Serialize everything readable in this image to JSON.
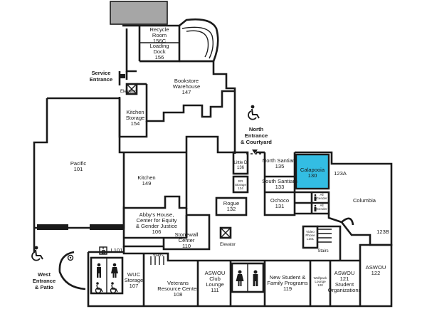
{
  "colors": {
    "wall": "#1a1a1a",
    "highlight": "#33bde3",
    "roof": "#a6a6a6",
    "background": "#ffffff"
  },
  "rooms": {
    "recycle": {
      "name": "Recycle Room",
      "line1": "Recycle",
      "line2": "Room",
      "number": "156C"
    },
    "loading": {
      "line1": "Loading",
      "line2": "Dock",
      "number": "156"
    },
    "bookstore": {
      "line1": "Bookstore",
      "line2": "Warehouse",
      "number": "147"
    },
    "kitchen_storage": {
      "line1": "Kitchen",
      "line2": "Storage",
      "number": "154"
    },
    "pacific": {
      "name": "Pacific",
      "number": "101"
    },
    "kitchen": {
      "name": "Kitchen",
      "number": "149"
    },
    "abbys": {
      "line1": "Abby's House,",
      "line2": "Center for Equity",
      "line3": "& Gender Justice",
      "number": "106"
    },
    "stonewall": {
      "line1": "Stonewall",
      "line2": "Center",
      "number": "110"
    },
    "rogue": {
      "name": "Rogue",
      "number": "132"
    },
    "little_d": {
      "name": "Little D",
      "number": "136"
    },
    "rr_storage": {
      "line1": "RR",
      "line2": "Storage",
      "number": "134"
    },
    "north_santiam": {
      "name": "North Santiam",
      "number": "135"
    },
    "south_santiam": {
      "name": "South Santiam",
      "number": "133"
    },
    "calapooia": {
      "name": "Calapooia",
      "number": "130"
    },
    "ochoco": {
      "name": "Ochoco",
      "number": "131"
    },
    "columbia": {
      "name": "Columbia"
    },
    "r123a": {
      "name": "123A"
    },
    "r123b": {
      "name": "123B"
    },
    "video_phone": {
      "line1": "Video",
      "line2": "Phone",
      "number": "L101"
    },
    "wuc_storage": {
      "line1": "WUC",
      "line2": "Storage",
      "number": "107"
    },
    "veterans": {
      "line1": "Veterans",
      "line2": "Resource Center",
      "number": "108"
    },
    "aswou_club": {
      "line1": "ASWOU",
      "line2": "Club",
      "line3": "Lounge",
      "number": "111"
    },
    "new_student": {
      "line1": "New Student &",
      "line2": "Family Programs",
      "number": "119"
    },
    "wolfpack": {
      "line1": "Wolfpack",
      "line2": "Lounge",
      "number": "120"
    },
    "aswou_orgs": {
      "line1": "ASWOU",
      "line2": "121",
      "line3": "Student",
      "line4": "Organizations"
    },
    "aswou_122": {
      "name": "ASWOU",
      "number": "122"
    },
    "l101": {
      "name": "L101"
    },
    "all_gender_1": {
      "line1": "All",
      "line2": "Gender"
    },
    "all_gender_2": {
      "line1": "All",
      "line2": "Gender"
    }
  },
  "labels": {
    "stairs_top": "Stairs",
    "stairs_right": "Stairs",
    "elevator_top": "Elevator",
    "elevator_mid": "Elevator"
  },
  "entrances": {
    "service": {
      "line1": "Service",
      "line2": "Entrance"
    },
    "north": {
      "line1": "North",
      "line2": "Entrance",
      "line3": "& Courtyard"
    },
    "west": {
      "line1": "West",
      "line2": "Entrance",
      "line3": "& Patio"
    }
  },
  "icons": [
    "accessible-icon",
    "restroom-men-icon",
    "restroom-women-icon",
    "elevator-icon",
    "stairs-icon",
    "arrow-down-icon",
    "arrow-right-icon"
  ]
}
